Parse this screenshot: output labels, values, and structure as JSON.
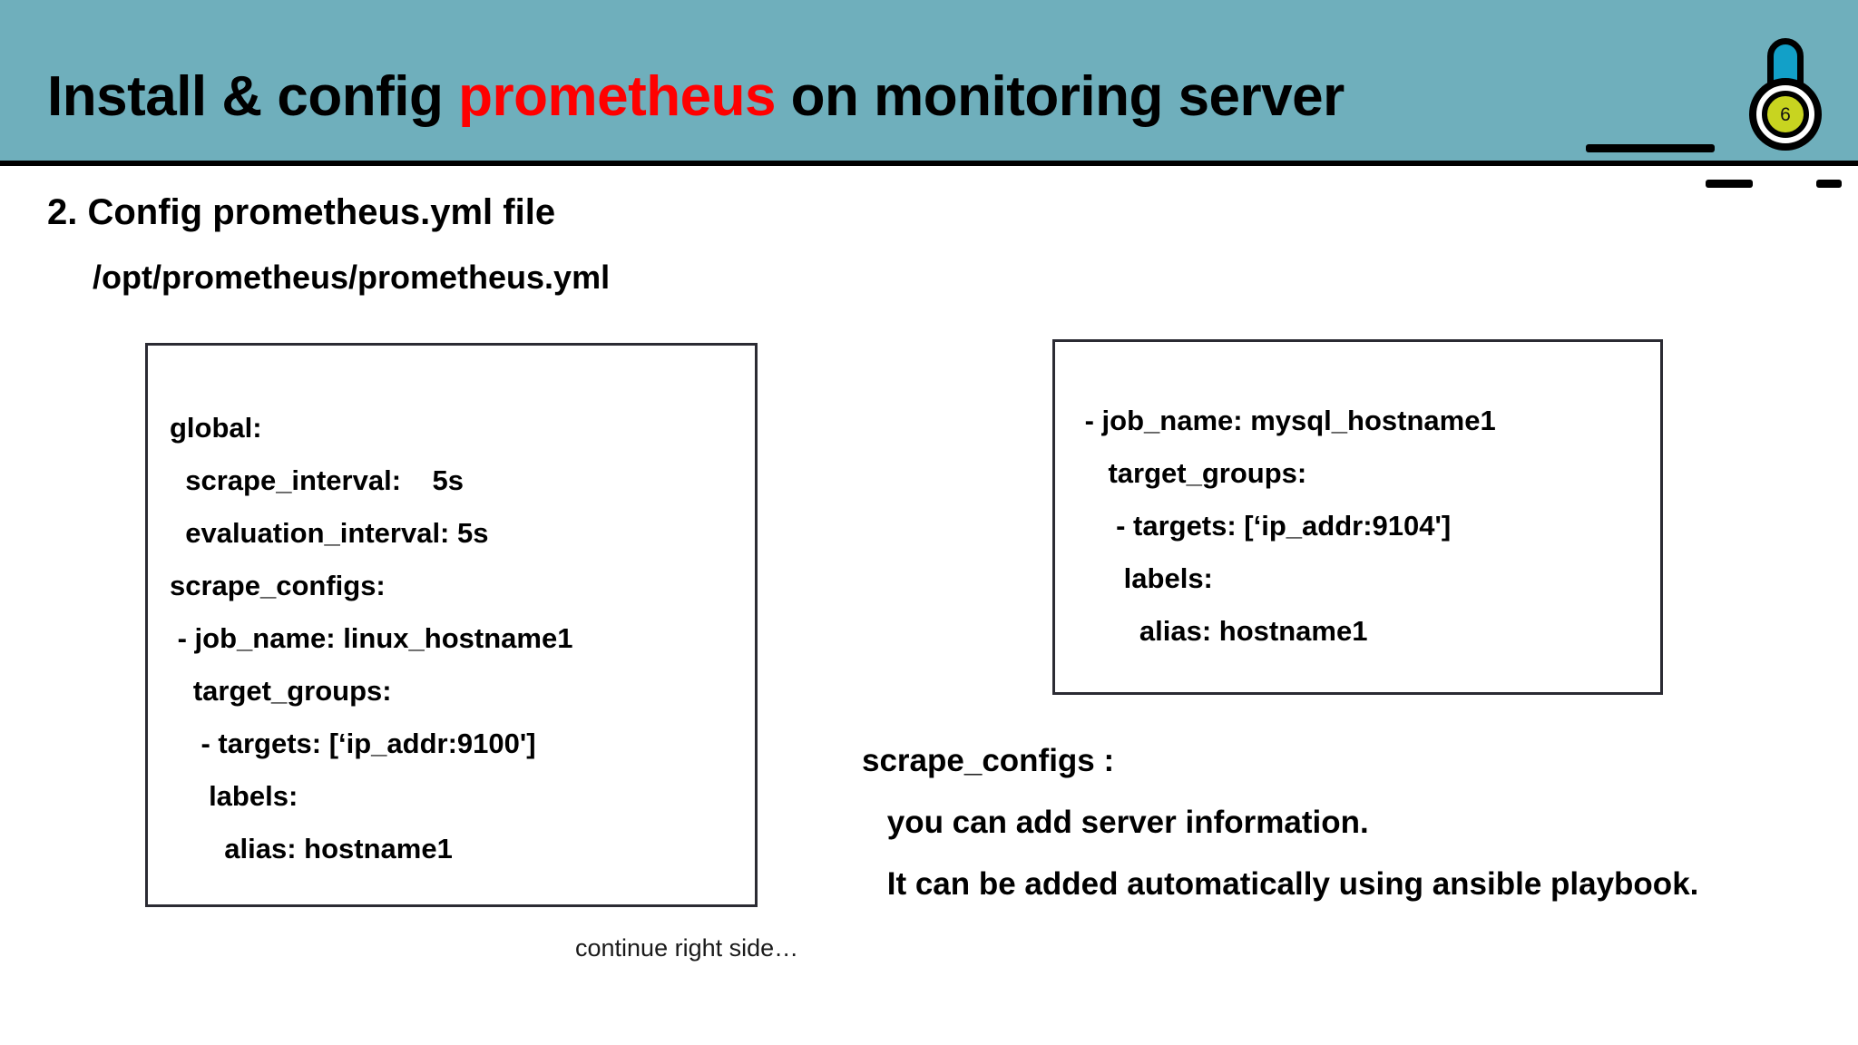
{
  "header": {
    "title_before": "Install & config ",
    "title_accent": "prometheus",
    "title_after": " on monitoring server",
    "band_color": "#6fafbc",
    "accent_color": "#ff0000"
  },
  "page_marker": {
    "number": "6",
    "capsule_color": "#12a0c8",
    "badge_color": "#c8d420"
  },
  "body": {
    "section_heading": "2. Config prometheus.yml file",
    "file_path": "/opt/prometheus/prometheus.yml",
    "continue_note": "continue right side…"
  },
  "code_left": {
    "lines": [
      "global:",
      "  scrape_interval:    5s",
      "  evaluation_interval: 5s",
      "scrape_configs:",
      " - job_name: linux_hostname1",
      "   target_groups:",
      "    - targets: [‘ip_addr:9100']",
      "     labels:",
      "       alias: hostname1"
    ]
  },
  "code_right": {
    "lines": [
      " - job_name: mysql_hostname1",
      "    target_groups:",
      "     - targets: [‘ip_addr:9104']",
      "      labels:",
      "        alias: hostname1"
    ]
  },
  "notes": {
    "lines": [
      "scrape_configs :",
      " you can add server information.",
      " It can be added automatically using ansible playbook."
    ]
  }
}
